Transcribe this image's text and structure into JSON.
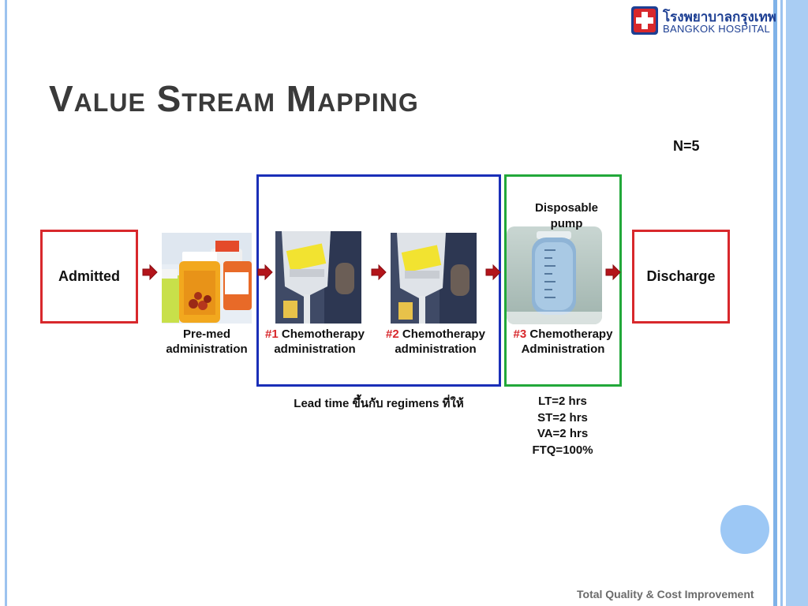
{
  "slide": {
    "title": "Value Stream Mapping",
    "n_label": "N=5",
    "footer": "Total Quality & Cost Improvement"
  },
  "logo": {
    "thai_text": "โรงพยาบาลกรุงเทพ",
    "english_text": "BANGKOK HOSPITAL",
    "colors": {
      "red": "#d8282c",
      "blue": "#1d3f93"
    }
  },
  "flow": {
    "start": "Admitted",
    "end": "Discharge",
    "steps": [
      {
        "number": "",
        "label_line1": "Pre-med",
        "label_line2": "administration",
        "image": "pill-bottles"
      },
      {
        "number": "#1",
        "label_line1": " Chemotherapy",
        "label_line2": "administration",
        "image": "chemo-iv-bag"
      },
      {
        "number": "#2",
        "label_line1": " Chemotherapy",
        "label_line2": "administration",
        "image": "chemo-iv-bag"
      },
      {
        "number": "#3",
        "label_line1": " Chemotherapy",
        "label_line2": "Administration",
        "image": "disposable-pump"
      }
    ],
    "pump_label_line1": "Disposable",
    "pump_label_line2": "pump"
  },
  "notes": {
    "lead_time": "Lead time ขึ้นกับ regimens ที่ให้",
    "metrics": [
      "LT=2 hrs",
      "ST=2 hrs",
      "VA=2 hrs",
      "FTQ=100%"
    ]
  },
  "colors": {
    "start_end_border": "#d8282c",
    "group_blue": "#1a2fb8",
    "group_green": "#22a83a",
    "arrow": "#b3141a",
    "step_number": "#d8282c"
  }
}
